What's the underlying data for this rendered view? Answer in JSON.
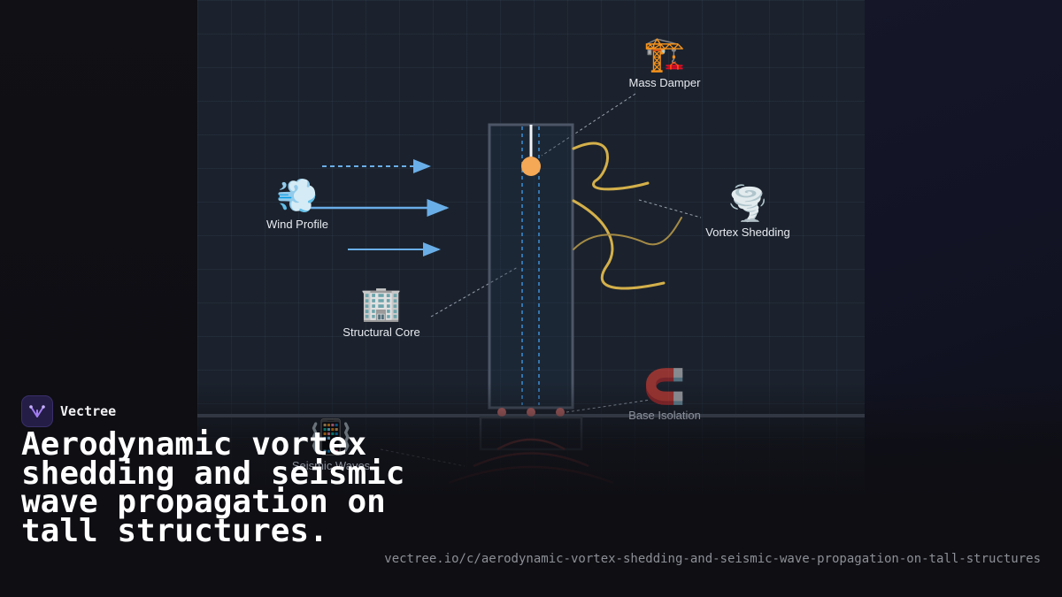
{
  "brand": {
    "name": "Vectree",
    "icon": "vectree-logo-icon"
  },
  "title": "Aerodynamic vortex shedding and seismic wave propagation on tall structures.",
  "url": "vectree.io/c/aerodynamic-vortex-shedding-and-seismic-wave-propagation-on-tall-structures",
  "nodes": {
    "mass_damper": {
      "emoji": "🏗️",
      "label": "Mass Damper"
    },
    "wind_profile": {
      "emoji": "💨",
      "label": "Wind Profile"
    },
    "vortex_shedding": {
      "emoji": "🌪️",
      "label": "Vortex Shedding"
    },
    "structural_core": {
      "emoji": "🏢",
      "label": "Structural Core"
    },
    "base_isolation": {
      "emoji": "🧲",
      "label": "Base Isolation"
    },
    "seismic_waves": {
      "emoji": "📳",
      "label": "Seismic Waves"
    }
  },
  "colors": {
    "background": "#0e0e13",
    "stage": "#1b222d",
    "wind_arrow": "#6aaee8",
    "vortex": "#d4b04a",
    "damper": "#f5a855",
    "building_outline": "#4c5666",
    "core_dashes": "#3d8fd6",
    "isolators": "#c06a6a",
    "seismic_arcs": "#b04848"
  }
}
